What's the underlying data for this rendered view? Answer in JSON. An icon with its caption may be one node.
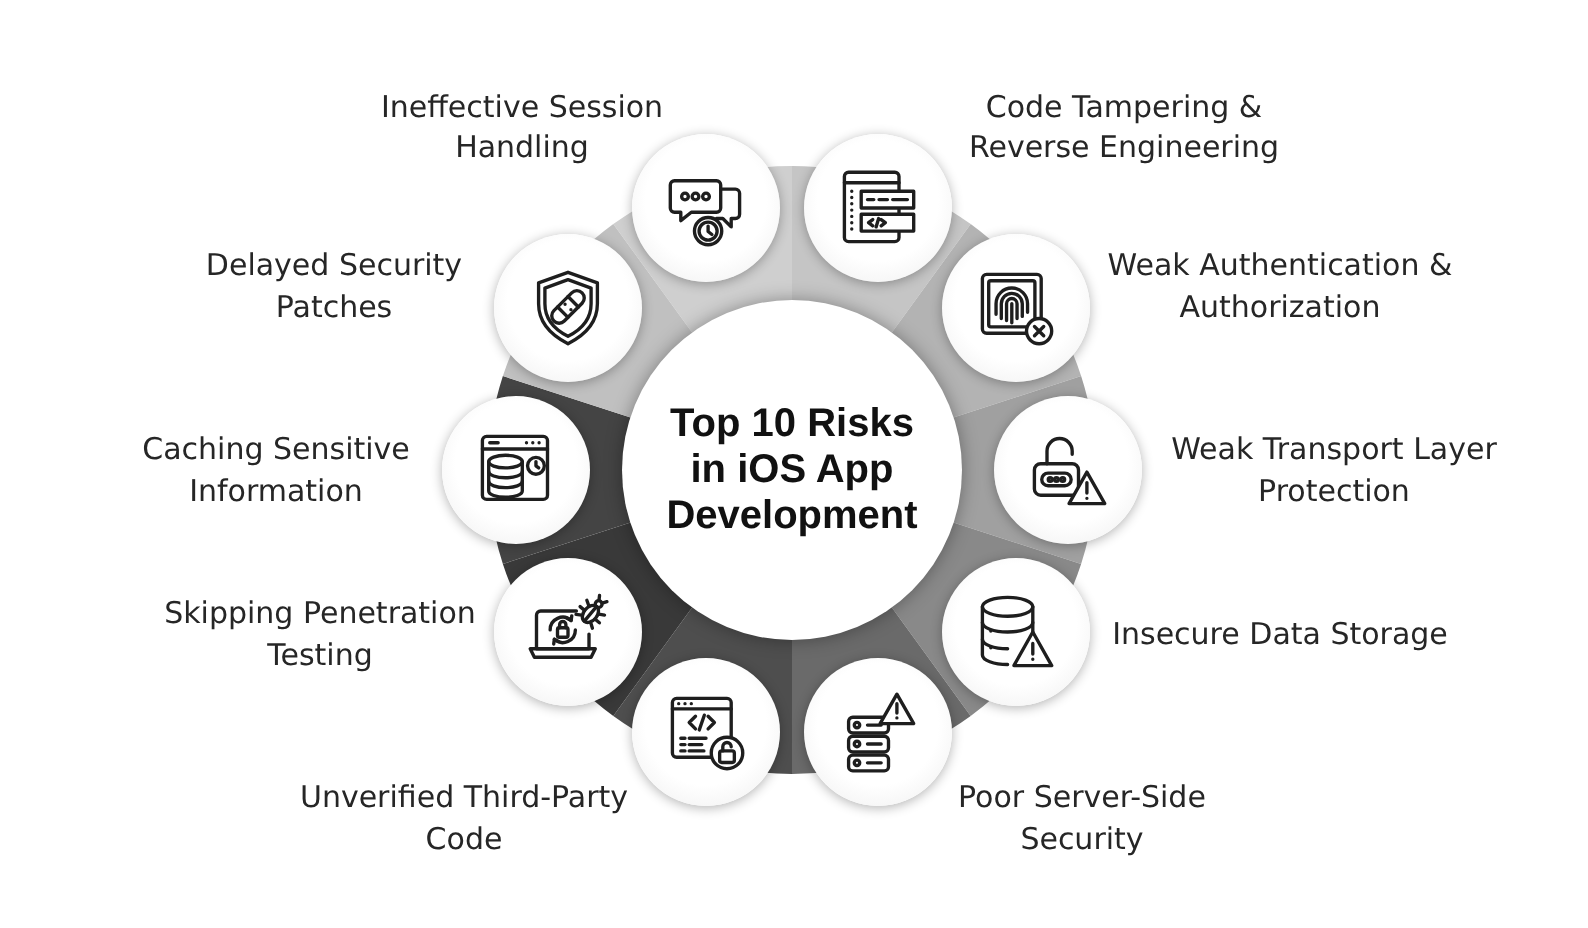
{
  "diagram": {
    "nodes": [
      {
        "text": [
          "Top 10 Risks in iOS App Development"
        ]
      },
      {
        "text": [],
        "shape": "circle",
        "beside": [
          "Ineffective Session Handling"
        ]
      },
      {
        "text": [],
        "shape": "circle",
        "beside": [
          "Code Tampering & Reverse Engineering"
        ]
      },
      {
        "text": [],
        "shape": "circle",
        "beside": [
          "Weak Authentication & Authorization"
        ]
      },
      {
        "text": [],
        "shape": "circle",
        "beside": [
          "Weak Transport Layer Protection"
        ]
      },
      {
        "text": [],
        "shape": "circle",
        "beside": [
          "Insecure Data Storage"
        ]
      },
      {
        "text": [],
        "shape": "circle",
        "beside": [
          "Poor Server-Side Security"
        ]
      },
      {
        "text": [],
        "shape": "circle",
        "beside": [
          "Unverified Third-Party Code"
        ]
      },
      {
        "text": [],
        "shape": "circle",
        "beside": [
          "Skipping Penetration Testing"
        ]
      },
      {
        "text": [],
        "shape": "circle",
        "beside": [
          "Caching Sensitive Information"
        ]
      },
      {
        "text": [],
        "shape": "circle",
        "beside": [
          "Delayed Security Patches"
        ]
      }
    ]
  }
}
